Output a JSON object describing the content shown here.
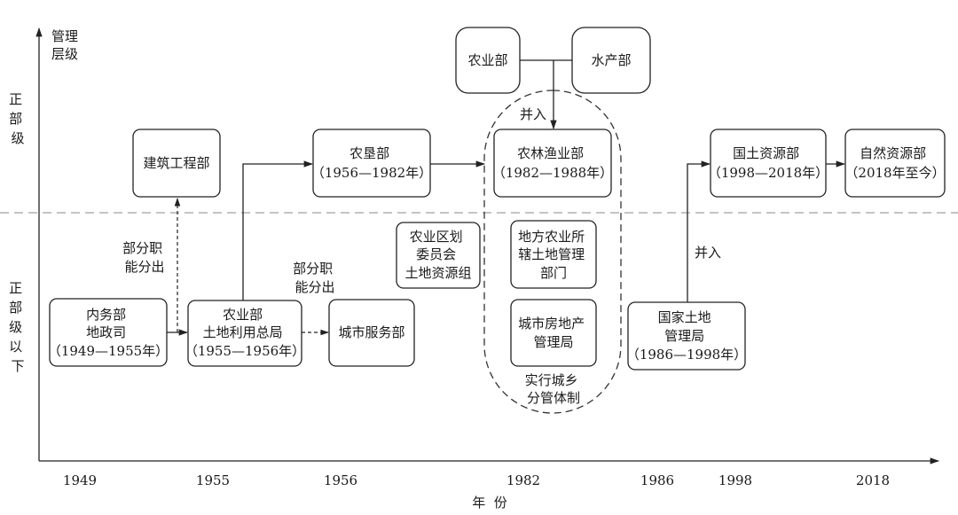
{
  "axis": {
    "y_title_lines": [
      "管理",
      "层级"
    ],
    "x_title": "年  份",
    "level_top_lines": [
      "正",
      "部",
      "级"
    ],
    "level_bottom_lines": [
      "正",
      "部",
      "级",
      "以",
      "下"
    ],
    "years": [
      "1949",
      "1955",
      "1956",
      "1982",
      "1986",
      "1998",
      "2018"
    ]
  },
  "nodes": {
    "jianzhu": {
      "lines": [
        "建筑工程部"
      ]
    },
    "nongken": {
      "lines": [
        "农垦部",
        "（1956—1982年）"
      ]
    },
    "nongye_top": {
      "lines": [
        "农业部"
      ]
    },
    "shuichan": {
      "lines": [
        "水产部"
      ]
    },
    "nonglinyu": {
      "lines": [
        "农林渔业部",
        "（1982—1988年）"
      ]
    },
    "guotu": {
      "lines": [
        "国土资源部",
        "（1998—2018年）"
      ]
    },
    "ziran": {
      "lines": [
        "自然资源部",
        "（2018年至今）"
      ]
    },
    "neiwu": {
      "lines": [
        "内务部",
        "地政司",
        "（1949—1955年）"
      ]
    },
    "nongye_tudi": {
      "lines": [
        "农业部",
        "土地利用总局",
        "（1955—1956年）"
      ]
    },
    "chengshi_fuwu": {
      "lines": [
        "城市服务部"
      ]
    },
    "quhua": {
      "lines": [
        "农业区划",
        "委员会",
        "土地资源组"
      ]
    },
    "difang": {
      "lines": [
        "地方农业所",
        "辖土地管理",
        "部门"
      ]
    },
    "fangdichan": {
      "lines": [
        "城市房地产",
        "管理局"
      ]
    },
    "guojia": {
      "lines": [
        "国家土地",
        "管理局",
        "（1986—1998年）"
      ]
    }
  },
  "annotations": {
    "fen_chu_1": [
      "部分职",
      "能分出"
    ],
    "fen_chu_2": [
      "部分职",
      "能分出"
    ],
    "bingru_1": "并入",
    "bingru_2": "并入",
    "chengxiang": [
      "实行城乡",
      "分管体制"
    ]
  }
}
